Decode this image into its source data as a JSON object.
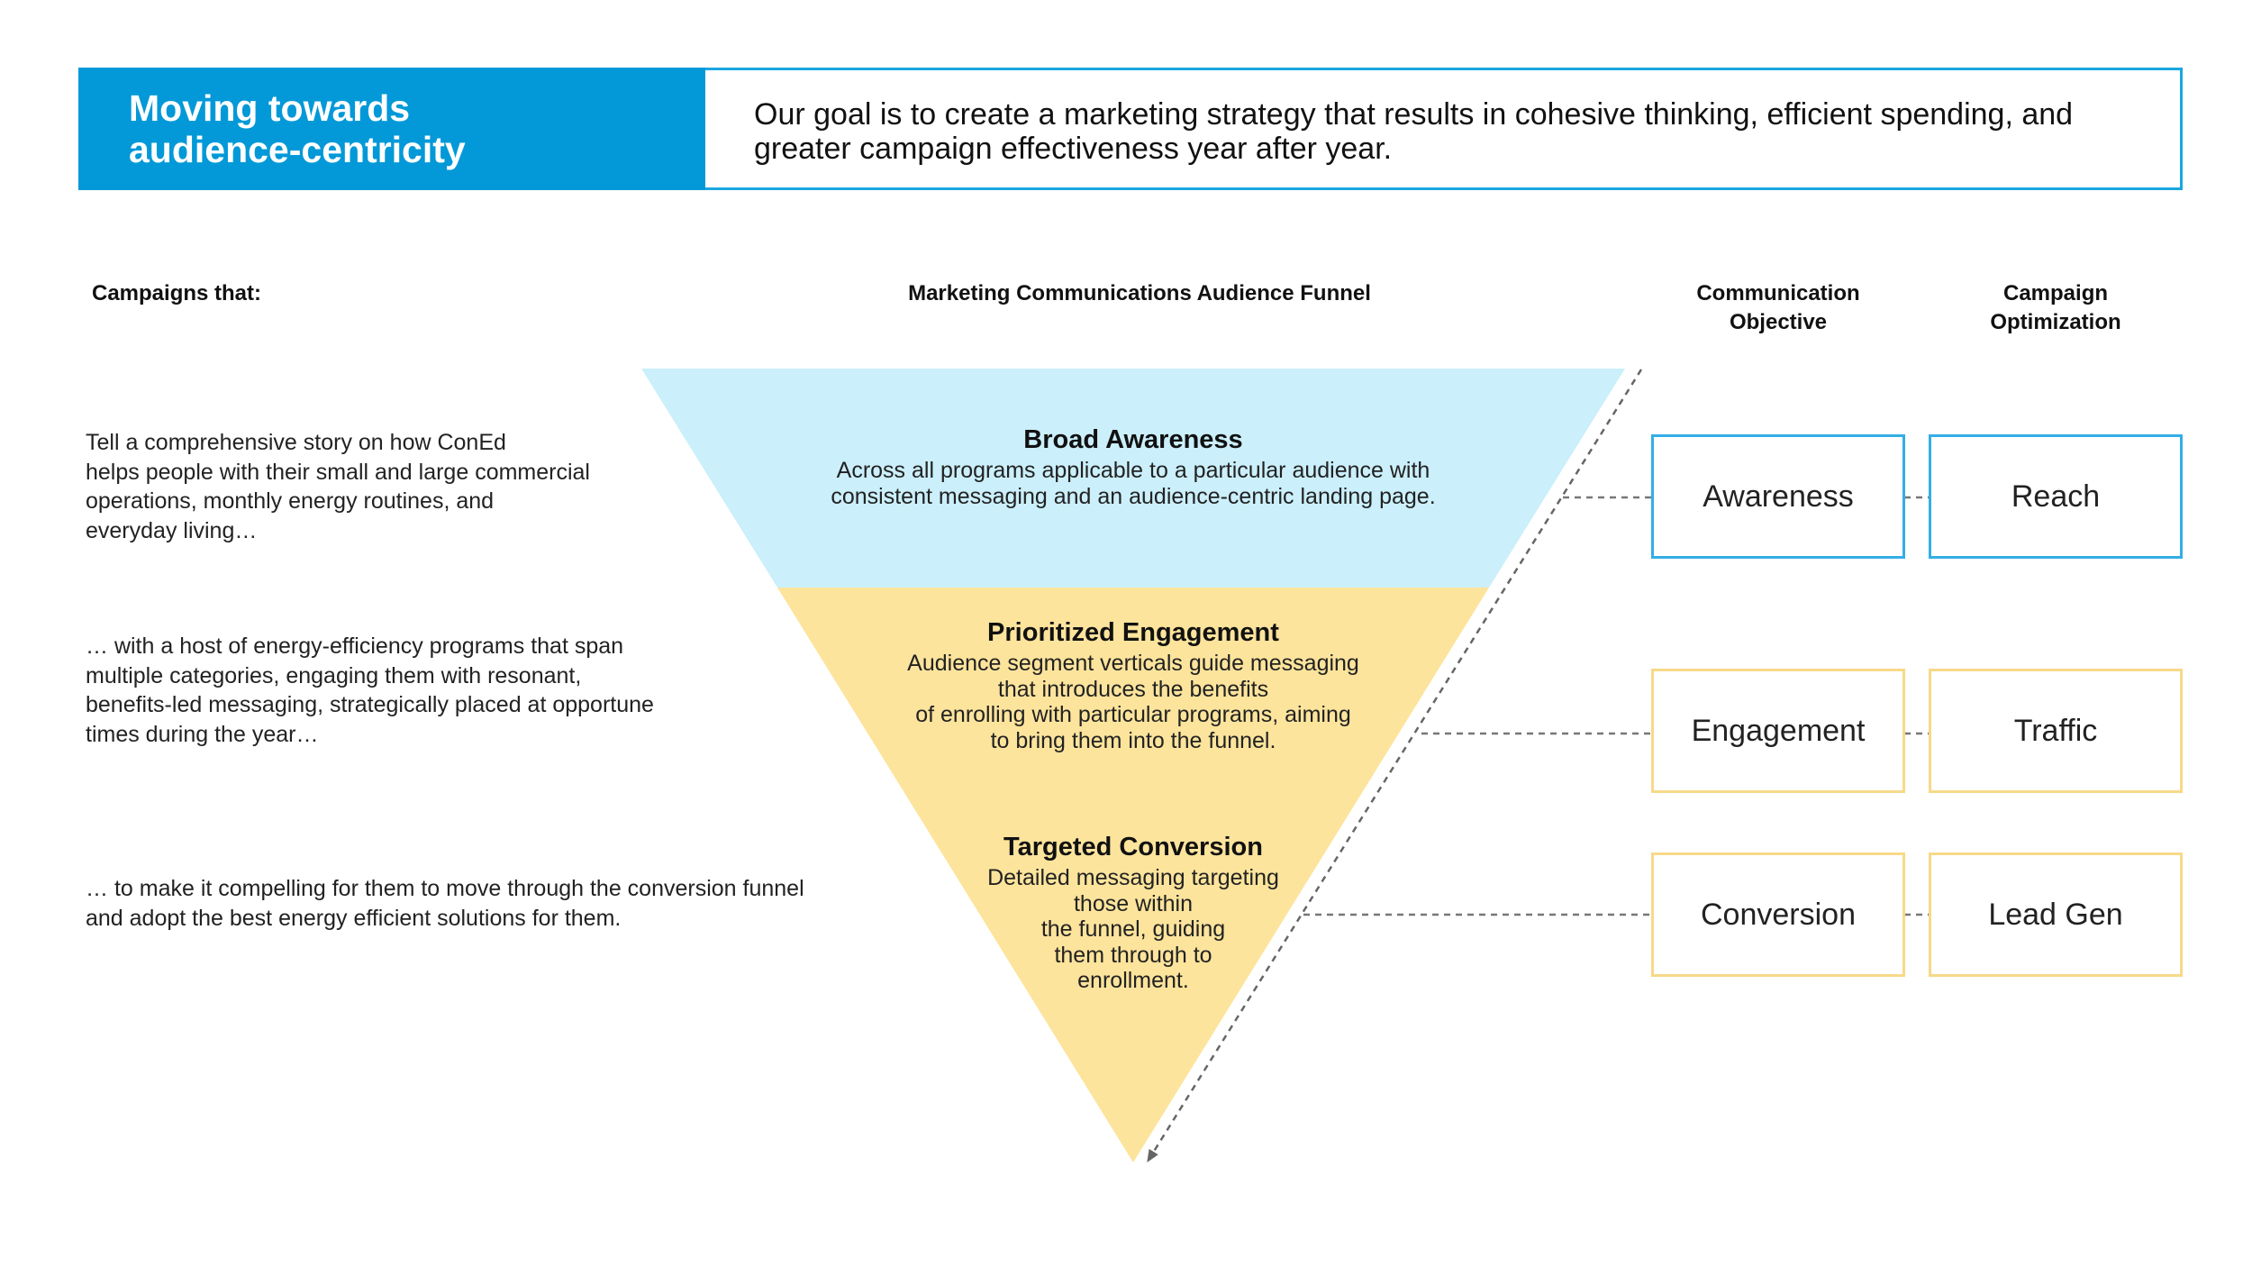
{
  "header": {
    "title_lines": [
      "Moving towards",
      "audience-centricity"
    ],
    "goal_lines": [
      "Our goal is to create a marketing strategy that results in cohesive thinking, efficient spending, and",
      "greater campaign effectiveness year after year."
    ]
  },
  "columns": {
    "campaigns": "Campaigns that:",
    "funnel": "Marketing Communications Audience Funnel",
    "objective_lines": [
      "Communication",
      "Objective"
    ],
    "optimization_lines": [
      "Campaign",
      "Optimization"
    ]
  },
  "narrative": [
    {
      "lines": [
        "Tell a comprehensive story on how ConEd",
        "helps people with their small and large commercial",
        "operations, monthly energy routines, and",
        "everyday living…"
      ]
    },
    {
      "lines": [
        "… with a host of energy-efficiency programs that span",
        "multiple categories, engaging them with resonant,",
        "benefits-led messaging, strategically placed at opportune",
        "times during the year…"
      ]
    },
    {
      "lines": [
        "… to make it compelling for them to move through the conversion funnel",
        "and adopt the best energy efficient solutions for them."
      ]
    }
  ],
  "funnel": {
    "tiers": [
      {
        "title": "Broad Awareness",
        "desc_lines": [
          "Across all programs applicable to a particular audience with",
          "consistent messaging and an audience-centric landing page."
        ]
      },
      {
        "title": "Prioritized Engagement",
        "desc_lines": [
          "Audience segment verticals guide messaging",
          "that introduces the benefits",
          "of enrolling with particular programs, aiming",
          "to bring them into the funnel."
        ]
      },
      {
        "title": "Targeted Conversion",
        "desc_lines": [
          "Detailed messaging targeting",
          "those within",
          "the funnel, guiding",
          "them through to",
          "enrollment."
        ]
      }
    ]
  },
  "stages": [
    {
      "objective": "Awareness",
      "optimization": "Reach"
    },
    {
      "objective": "Engagement",
      "optimization": "Traffic"
    },
    {
      "objective": "Conversion",
      "optimization": "Lead Gen"
    }
  ],
  "colors": {
    "brand_blue": "#0399d8",
    "box_blue": "#33aee6",
    "tier_blue": "#cbeffb",
    "tier_yellow": "#fde49c",
    "box_yellow": "#f7d988",
    "dash_gray": "#777777"
  }
}
